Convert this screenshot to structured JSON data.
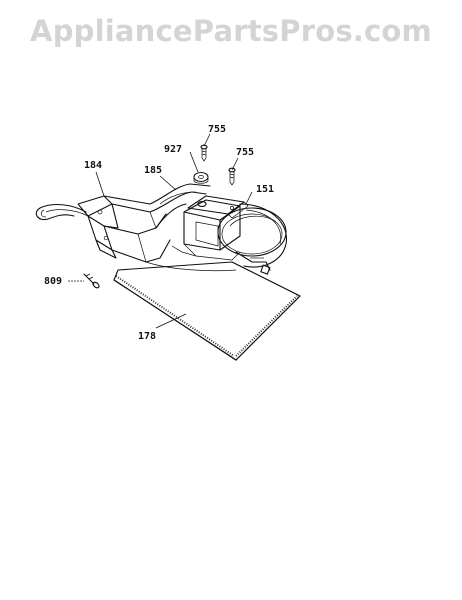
{
  "watermark": {
    "text": "AppliancePartsPros.com"
  },
  "diagram": {
    "labels": {
      "p755_top": "755",
      "p927": "927",
      "p755_right": "755",
      "p184": "184",
      "p185": "185",
      "p151": "151",
      "p809": "809",
      "p178": "178"
    }
  },
  "colors": {
    "ink": "#111111",
    "watermark": "#d4d4d4",
    "background": "#ffffff"
  }
}
